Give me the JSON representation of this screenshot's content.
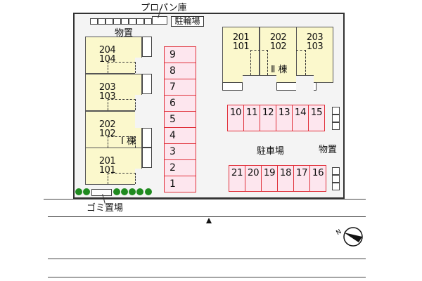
{
  "labels": {
    "propane": "プロパン庫",
    "bicycle": "駐輪場",
    "storage_top": "物置",
    "storage_right": "物置",
    "parking": "駐車場",
    "garbage": "ゴミ置場",
    "building1": "Ⅰ 棟",
    "building2": "Ⅱ 棟"
  },
  "building1": [
    {
      "upper": "204",
      "lower": "104"
    },
    {
      "upper": "203",
      "lower": "103"
    },
    {
      "upper": "202",
      "lower": "102"
    },
    {
      "upper": "201",
      "lower": "101"
    }
  ],
  "building2": [
    {
      "upper": "201",
      "lower": "101"
    },
    {
      "upper": "202",
      "lower": "102"
    },
    {
      "upper": "203",
      "lower": "103"
    }
  ],
  "parking_left": [
    "9",
    "8",
    "7",
    "6",
    "5",
    "4",
    "3",
    "2",
    "1"
  ],
  "parking_row1": [
    "10",
    "11",
    "12",
    "13",
    "14",
    "15"
  ],
  "parking_row2": [
    "21",
    "20",
    "19",
    "18",
    "17",
    "16"
  ],
  "colors": {
    "unit": "#fbf8cc",
    "parking": "#fde6ee",
    "parking_border": "#e0303a",
    "tree": "#1f8a1f"
  }
}
